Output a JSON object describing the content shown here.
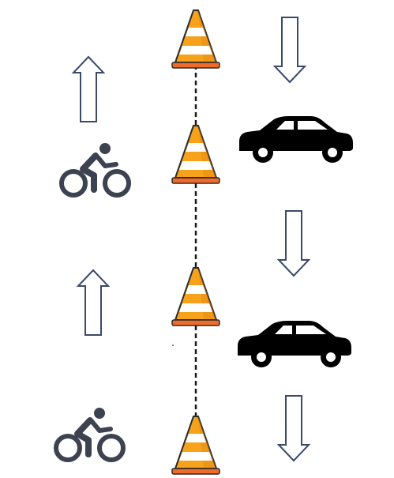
{
  "colors": {
    "arrow_stroke": "#3a4a6b",
    "arrow_fill": "#ffffff",
    "cone_orange": "#f7a21b",
    "cone_orange_dark": "#e07f10",
    "cone_stripe": "#ffffff",
    "cone_base": "#f06a2a",
    "cone_outline": "#2b2b2b",
    "center_line": "#1a1a1a",
    "cyclist": "#3d4250",
    "car": "#000000",
    "background": "#ffffff"
  },
  "elements": {
    "center_line": {
      "style": "dashed"
    },
    "cones": [
      {
        "icon": "traffic-cone-icon"
      },
      {
        "icon": "traffic-cone-icon"
      },
      {
        "icon": "traffic-cone-icon"
      },
      {
        "icon": "traffic-cone-icon"
      }
    ],
    "left_lane_arrows": [
      {
        "direction": "up"
      },
      {
        "direction": "up"
      }
    ],
    "right_lane_arrows": [
      {
        "direction": "down"
      },
      {
        "direction": "down"
      },
      {
        "direction": "down"
      }
    ],
    "cyclists": [
      {
        "icon": "cyclist-icon"
      },
      {
        "icon": "cyclist-icon"
      }
    ],
    "cars": [
      {
        "icon": "car-icon"
      },
      {
        "icon": "car-icon"
      }
    ]
  }
}
